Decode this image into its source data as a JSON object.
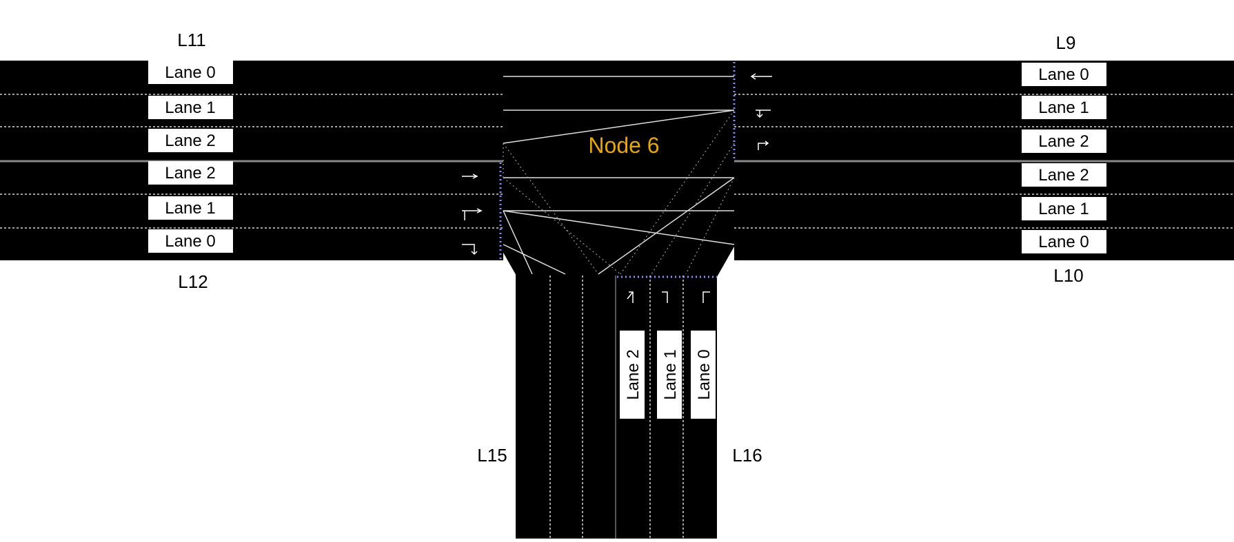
{
  "node": {
    "label": "Node 6",
    "color": "#e8a800"
  },
  "links": {
    "top_left": "L11",
    "bottom_left": "L12",
    "top_right": "L9",
    "bottom_right": "L10",
    "south_left": "L15",
    "south_right": "L16"
  },
  "lane_labels": {
    "west": [
      "Lane 0",
      "Lane 1",
      "Lane 2",
      "Lane 2",
      "Lane 1",
      "Lane 0"
    ],
    "east": [
      "Lane 0",
      "Lane 1",
      "Lane 2",
      "Lane 2",
      "Lane 1",
      "Lane 0"
    ],
    "south": [
      "Lane 2",
      "Lane 1",
      "Lane 0"
    ]
  },
  "colors": {
    "road": "#000000",
    "lane_marking": "#cfcfcf",
    "label_bg": "#ffffff",
    "background": "#ffffff",
    "stop_line": "#7f7fff"
  }
}
